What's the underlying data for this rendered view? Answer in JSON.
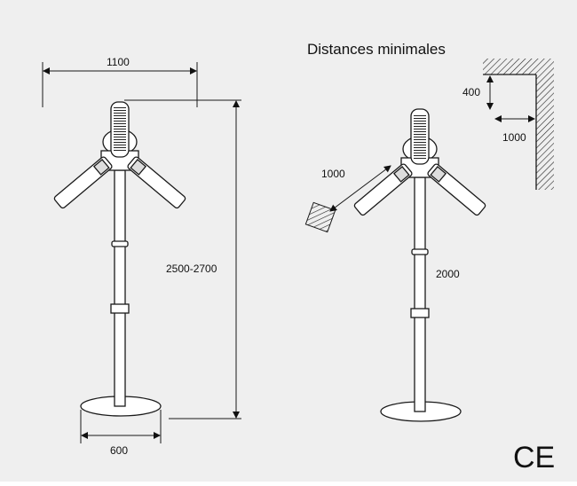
{
  "title": "Distances minimales",
  "left_heater": {
    "width_label": "1100",
    "height_label": "2500-2700",
    "base_label": "600"
  },
  "right_heater": {
    "wall_top_label": "400",
    "wall_side_label": "1000",
    "object_label": "1000",
    "height_label": "2000"
  },
  "mark": "CE",
  "colors": {
    "background": "#efefef",
    "line": "#1a1a1a",
    "fill": "#ffffff"
  }
}
